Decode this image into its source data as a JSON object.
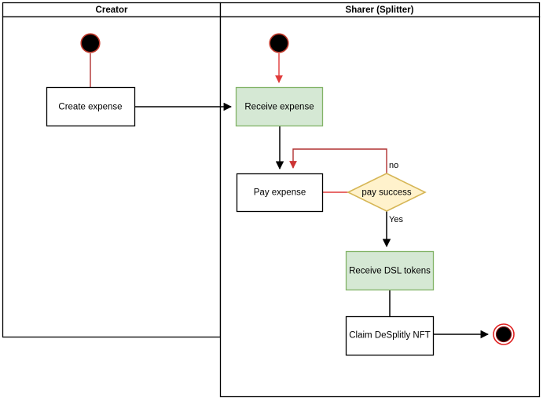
{
  "diagram": {
    "type": "uml-activity-swimlane",
    "lanes": [
      {
        "id": "creator",
        "title": "Creator"
      },
      {
        "id": "sharer",
        "title": "Sharer (Splitter)"
      }
    ],
    "nodes": [
      {
        "id": "start-creator",
        "kind": "start",
        "label": ""
      },
      {
        "id": "start-sharer",
        "kind": "start",
        "label": ""
      },
      {
        "id": "create-expense",
        "kind": "action",
        "label": "Create expense",
        "fill": "#ffffff",
        "stroke": "#000000"
      },
      {
        "id": "receive-expense",
        "kind": "action",
        "label": "Receive expense",
        "fill": "#d5e8d4",
        "stroke": "#82b366"
      },
      {
        "id": "pay-expense",
        "kind": "action",
        "label": "Pay expense",
        "fill": "#ffffff",
        "stroke": "#000000"
      },
      {
        "id": "pay-success",
        "kind": "decision",
        "label": "pay success",
        "fill": "#fff2cc",
        "stroke": "#d6b656"
      },
      {
        "id": "receive-dsl-tokens",
        "kind": "action",
        "label": "Receive DSL tokens",
        "fill": "#d5e8d4",
        "stroke": "#82b366"
      },
      {
        "id": "claim-desplitly-nft",
        "kind": "action",
        "label": "Claim DeSplitly NFT",
        "fill": "#ffffff",
        "stroke": "#000000"
      },
      {
        "id": "end-sharer",
        "kind": "end",
        "label": ""
      }
    ],
    "edges": [
      {
        "id": "e-start-create",
        "from": "start-creator",
        "to": "create-expense",
        "label": "",
        "color": "#b03030"
      },
      {
        "id": "e-create-receive",
        "from": "create-expense",
        "to": "receive-expense",
        "label": "",
        "color": "#000000"
      },
      {
        "id": "e-start-receive",
        "from": "start-sharer",
        "to": "receive-expense",
        "label": "",
        "color": "#e03a3a"
      },
      {
        "id": "e-receive-pay",
        "from": "receive-expense",
        "to": "pay-expense",
        "label": "",
        "color": "#000000"
      },
      {
        "id": "e-pay-decision",
        "from": "pay-expense",
        "to": "pay-success",
        "label": "",
        "color": "#e03a3a"
      },
      {
        "id": "e-decision-no",
        "from": "pay-success",
        "to": "pay-expense",
        "label": "no",
        "color": "#b03030"
      },
      {
        "id": "e-decision-yes",
        "from": "pay-success",
        "to": "receive-dsl-tokens",
        "label": "Yes",
        "color": "#000000"
      },
      {
        "id": "e-dsl-nft",
        "from": "receive-dsl-tokens",
        "to": "claim-desplitly-nft",
        "label": "",
        "color": "#000000"
      },
      {
        "id": "e-nft-end",
        "from": "claim-desplitly-nft",
        "to": "end-sharer",
        "label": "",
        "color": "#000000"
      }
    ],
    "colors": {
      "green_fill": "#d5e8d4",
      "green_stroke": "#82b366",
      "yellow_fill": "#fff2cc",
      "yellow_stroke": "#d6b656",
      "red_flow": "#e03a3a",
      "dark_red_flow": "#b03030",
      "black": "#000000",
      "white": "#ffffff"
    }
  }
}
